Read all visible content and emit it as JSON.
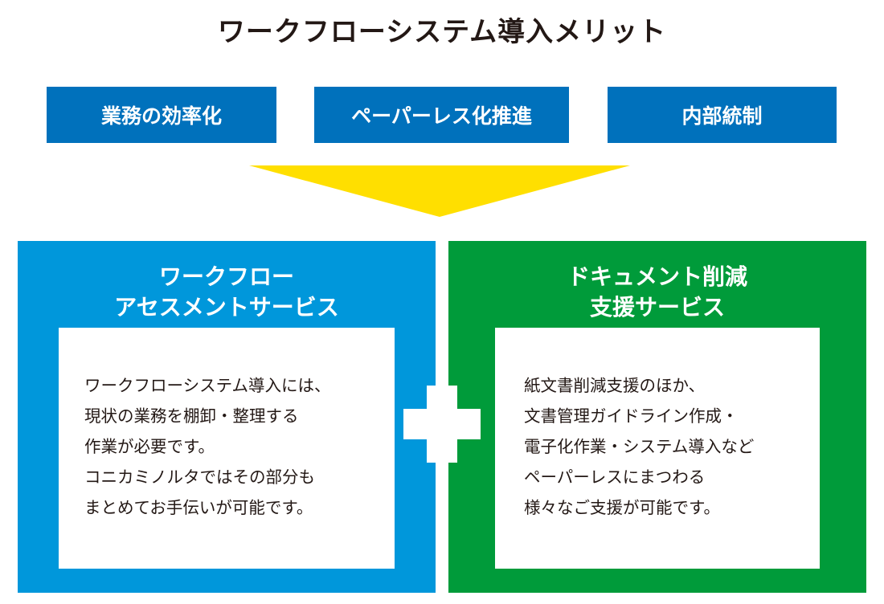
{
  "title": "ワークフローシステム導入メリット",
  "merits": [
    "業務の効率化",
    "ペーパーレス化推進",
    "内部統制"
  ],
  "left_panel": {
    "heading_lines": [
      "ワークフロー",
      "アセスメントサービス"
    ],
    "body_lines": [
      "ワークフローシステム導入には、",
      "現状の業務を棚卸・整理する",
      "作業が必要です。",
      "コニカミノルタではその部分も",
      "まとめてお手伝いが可能です。"
    ]
  },
  "right_panel": {
    "heading_lines": [
      "ドキュメント削減",
      "支援サービス"
    ],
    "body_lines": [
      "紙文書削減支援のほか、",
      "文書管理ガイドライン作成・",
      "電子化作業・システム導入など",
      "ペーパーレスにまつわる",
      "様々なご支援が可能です。"
    ]
  },
  "colors": {
    "merit_blue": "#0071bc",
    "arrow_yellow": "#ffdf00",
    "left_panel_blue": "#0097db",
    "right_panel_green": "#009b3a"
  }
}
